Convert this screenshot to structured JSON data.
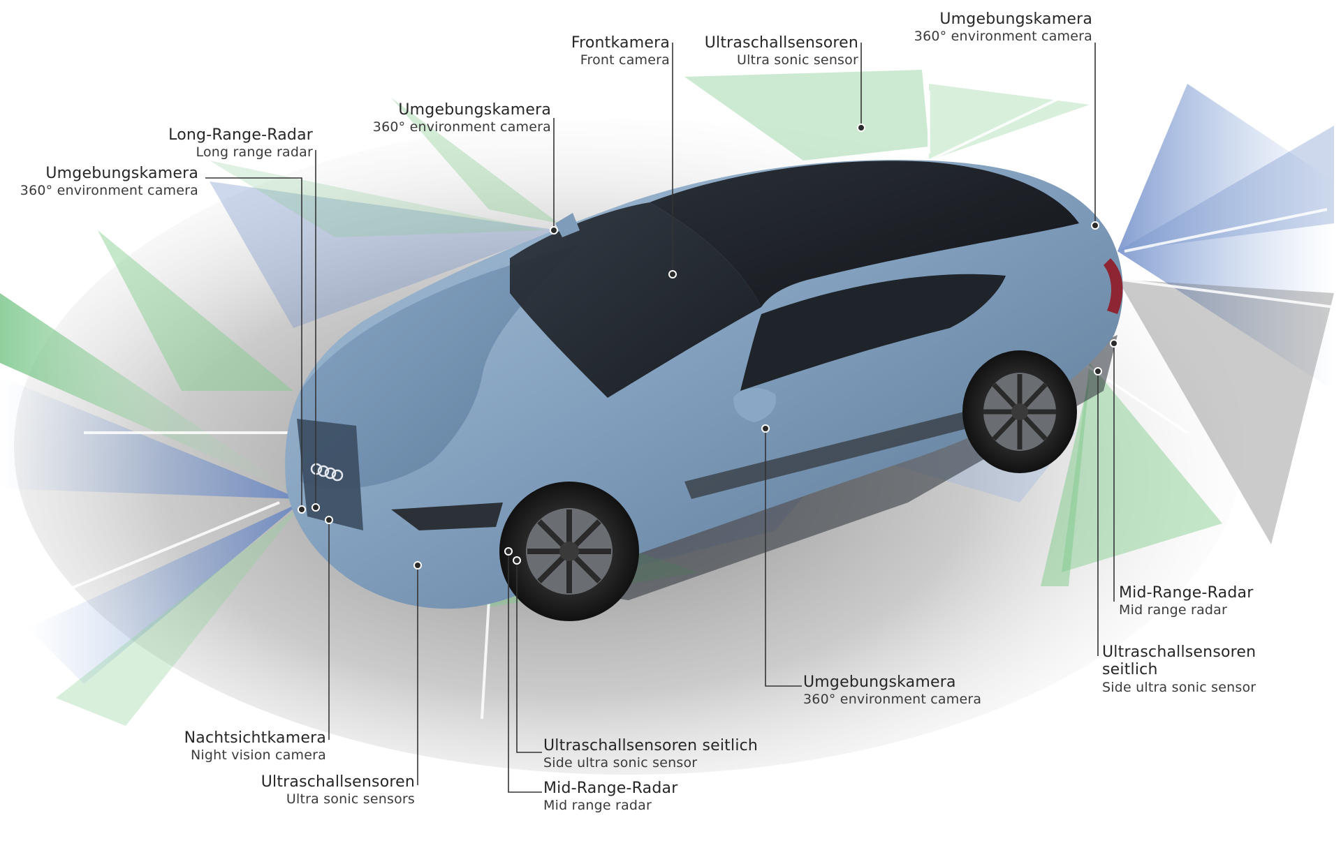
{
  "labels": {
    "env_cam_front_left": {
      "de": "Umgebungskamera",
      "en": "360° environment camera"
    },
    "long_range_radar": {
      "de": "Long-Range-Radar",
      "en": "Long range radar"
    },
    "env_cam_mirror_left": {
      "de": "Umgebungskamera",
      "en": "360° environment camera"
    },
    "front_camera": {
      "de": "Frontkamera",
      "en": "Front camera"
    },
    "ultrasonic_top": {
      "de": "Ultraschallsensoren",
      "en": "Ultra sonic sensor"
    },
    "env_cam_rear": {
      "de": "Umgebungskamera",
      "en": "360° environment camera"
    },
    "mid_range_radar_rear": {
      "de": "Mid-Range-Radar",
      "en": "Mid range radar"
    },
    "side_ultrasonic_rear": {
      "de": "Ultraschallsensoren",
      "de2": "seitlich",
      "en": "Side ultra sonic sensor"
    },
    "env_cam_mirror_right": {
      "de": "Umgebungskamera",
      "en": "360° environment camera"
    },
    "side_ultrasonic_front": {
      "de": "Ultraschallsensoren seitlich",
      "en": "Side ultra sonic sensor"
    },
    "mid_range_radar_front": {
      "de": "Mid-Range-Radar",
      "en": "Mid range radar"
    },
    "night_vision": {
      "de": "Nachtsichtkamera",
      "en": "Night vision camera"
    },
    "ultrasonic_front": {
      "de": "Ultraschallsensoren",
      "en": "Ultra sonic sensors"
    }
  },
  "colors": {
    "car_body": "#7f9dbb",
    "car_body_light": "#a9c1d8",
    "car_body_dark": "#4f6c8a",
    "glass": "#1b1f25",
    "blue_beam": "#6f8fc9",
    "green_beam": "#7ec98a",
    "ground": "#9a9a9a",
    "leader": "#333333"
  }
}
